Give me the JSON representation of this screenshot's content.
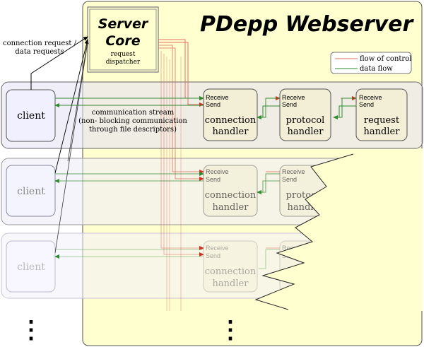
{
  "title": "PDepp Webserver",
  "server_core": {
    "line1": "Server",
    "line2": "Core",
    "sub1": "request",
    "sub2": "dispatcher"
  },
  "legend": {
    "control": "flow of control",
    "data": "data flow"
  },
  "annotations": {
    "connection_request_1": "connection request /",
    "connection_request_2": "data requests",
    "stream_1": "communication stream",
    "stream_2": "(non- blocking communication",
    "stream_3": "through file descriptors)"
  },
  "client_label": "client",
  "handlers": {
    "receive": "Receive",
    "send": "Send",
    "connection_1": "connection",
    "connection_2": "handler",
    "protocol_1": "protocol",
    "protocol_2": "handler",
    "request_1": "request",
    "request_2": "handler"
  },
  "ellipsis": "⋮",
  "colors": {
    "server_fill": "#ffffd0",
    "control_flow": "#e07060",
    "data_flow": "#2e8b2e",
    "client_fill": "#f0f0ff",
    "handler_fill": "#f3efd6"
  }
}
